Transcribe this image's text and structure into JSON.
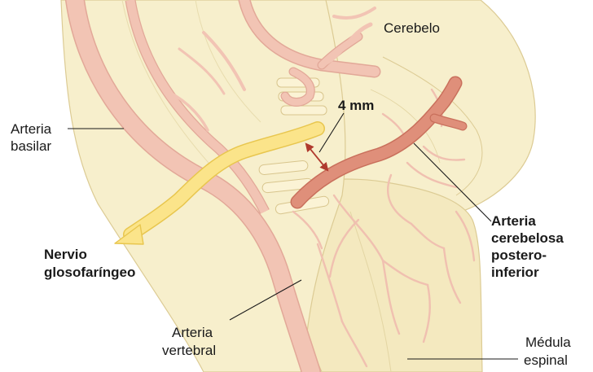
{
  "labels": {
    "cerebelo": "Cerebelo",
    "measurement": "4 mm",
    "arteria_basilar": [
      "Arteria",
      "basilar"
    ],
    "nervio_glosofaringeo": [
      "Nervio",
      "glosofaríngeo"
    ],
    "arteria_vertebral": [
      "Arteria",
      "vertebral"
    ],
    "arteria_cerebelosa": [
      "Arteria",
      "cerebelosa",
      "postero-",
      "inferior"
    ],
    "medula_espinal": [
      "Médula",
      "espinal"
    ]
  },
  "colors": {
    "tissue": "#f7efcc",
    "tissue_shade": "#ecdfb2",
    "tissue_edge": "#dccb94",
    "vessel": "#f2c4b4",
    "vessel_edge": "#e2a898",
    "pica": "#df8f7a",
    "pica_edge": "#c9705c",
    "nerve": "#fbe48a",
    "nerve_edge": "#e8c64e",
    "measure_arrow": "#b03a2e",
    "label_text": "#1a1a1a"
  }
}
